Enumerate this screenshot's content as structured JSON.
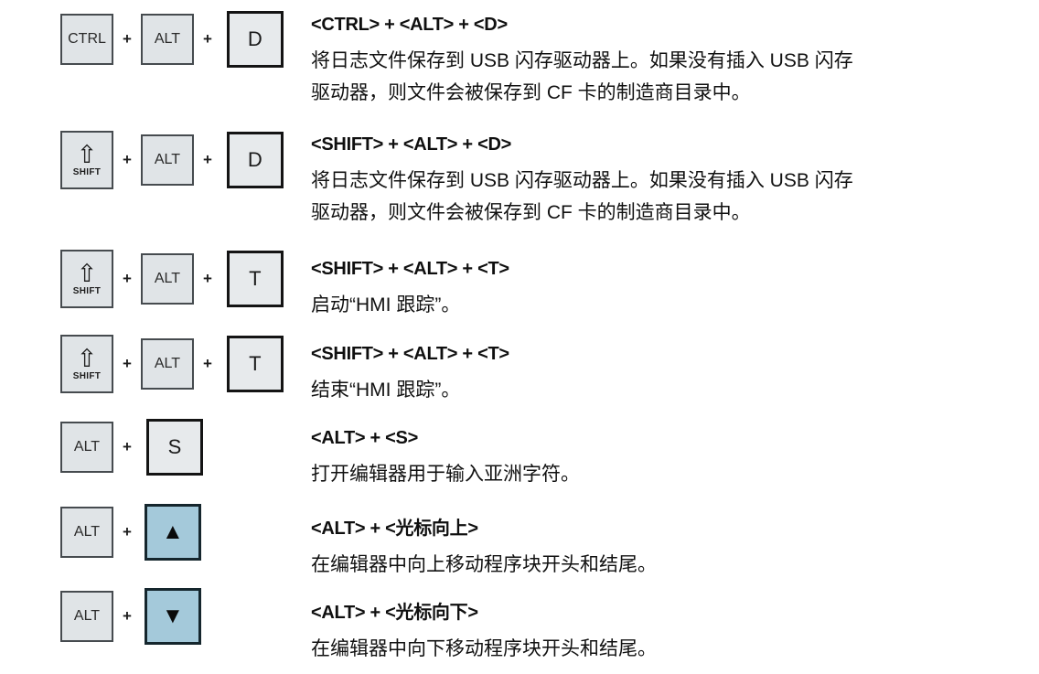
{
  "colors": {
    "key_fill": "#e0e4e7",
    "letter_key_fill": "#e7eaec",
    "cursor_key_fill": "#a4c9da",
    "key_border": "#464b4f",
    "letter_key_border": "#141414",
    "text": "#111111",
    "background": "#ffffff"
  },
  "glyphs": {
    "plus": "+",
    "shift_arrow": "⇧",
    "up_triangle": "▲",
    "down_triangle": "▼"
  },
  "rows": [
    {
      "heading": "<CTRL> + <ALT> + <D>",
      "keys": [
        {
          "label": "CTRL"
        },
        {
          "label": "ALT"
        },
        {
          "label": "D"
        }
      ],
      "description": [
        "将日志文件保存到 USB 闪存驱动器上。如果没有插入 USB 闪存",
        "驱动器，则文件会被保存到 CF 卡的制造商目录中。"
      ]
    },
    {
      "heading": "<SHIFT> + <ALT> + <D>",
      "keys": [
        {
          "label": "SHIFT"
        },
        {
          "label": "ALT"
        },
        {
          "label": "D"
        }
      ],
      "description": [
        "将日志文件保存到 USB 闪存驱动器上。如果没有插入 USB 闪存",
        "驱动器，则文件会被保存到 CF 卡的制造商目录中。"
      ]
    },
    {
      "heading": "<SHIFT> + <ALT> + <T>",
      "keys": [
        {
          "label": "SHIFT"
        },
        {
          "label": "ALT"
        },
        {
          "label": "T"
        }
      ],
      "description": [
        "启动“HMI 跟踪”。"
      ]
    },
    {
      "heading": "<SHIFT> + <ALT> + <T>",
      "keys": [
        {
          "label": "SHIFT"
        },
        {
          "label": "ALT"
        },
        {
          "label": "T"
        }
      ],
      "description": [
        "结束“HMI 跟踪”。"
      ]
    },
    {
      "heading": "<ALT> + <S>",
      "keys": [
        {
          "label": "ALT"
        },
        {
          "label": "S"
        }
      ],
      "description": [
        "打开编辑器用于输入亚洲字符。"
      ]
    },
    {
      "heading": "<ALT> + <光标向上>",
      "keys": [
        {
          "label": "ALT"
        },
        {
          "icon": "cursor-up"
        }
      ],
      "description": [
        "在编辑器中向上移动程序块开头和结尾。"
      ]
    },
    {
      "heading": "<ALT> + <光标向下>",
      "keys": [
        {
          "label": "ALT"
        },
        {
          "icon": "cursor-down"
        }
      ],
      "description": [
        "在编辑器中向下移动程序块开头和结尾。"
      ]
    }
  ]
}
